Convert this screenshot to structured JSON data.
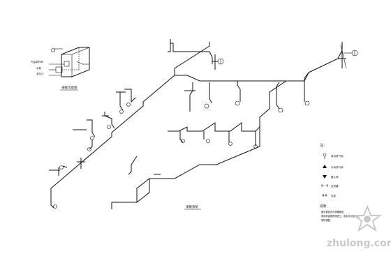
{
  "drawing": {
    "system_title": "采暖系统",
    "detail_title": "采暖示意图",
    "detail_labels": [
      "气温调节阀",
      "水泵",
      "液位计"
    ]
  },
  "legend": {
    "heading": "注：",
    "items": [
      {
        "symbol": "valve-circle-icon",
        "label": "自动排气阀"
      },
      {
        "symbol": "triangle-icon",
        "label": "手动排气阀"
      },
      {
        "symbol": "check-valve-icon",
        "label": "截止阀"
      },
      {
        "symbol": "double-arrow-icon",
        "label": "过滤器"
      },
      {
        "symbol": "filter-icon",
        "label": "支架"
      }
    ],
    "notes_heading": "说明：",
    "notes": [
      "图中管道均为采暖管道，",
      "管道安装按规范施工，如实际与图不符，",
      "现场调整。"
    ]
  },
  "watermark": {
    "text": "zhulong.com"
  }
}
